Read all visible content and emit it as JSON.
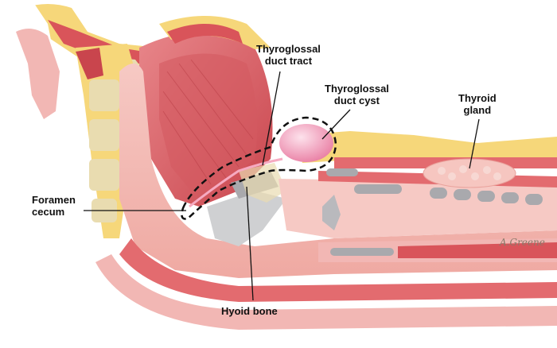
{
  "labels": {
    "thyroglossal_duct_tract": [
      "Thyroglossal",
      "duct tract"
    ],
    "thyroglossal_duct_cyst": [
      "Thyroglossal",
      "duct cyst"
    ],
    "thyroid_gland": [
      "Thyroid",
      "gland"
    ],
    "foramen_cecum": [
      "Foramen",
      "cecum"
    ],
    "hyoid_bone": "Hyoid bone"
  },
  "signature": "A.Greene",
  "colors": {
    "fat": "#f6d77a",
    "muscle": "#d9545a",
    "mucosa": "#f2b7b4",
    "bone": "#e9dcb0",
    "cartilage": "#a9a9ad",
    "cyst": "#f6aac1",
    "outline": "#111111"
  }
}
